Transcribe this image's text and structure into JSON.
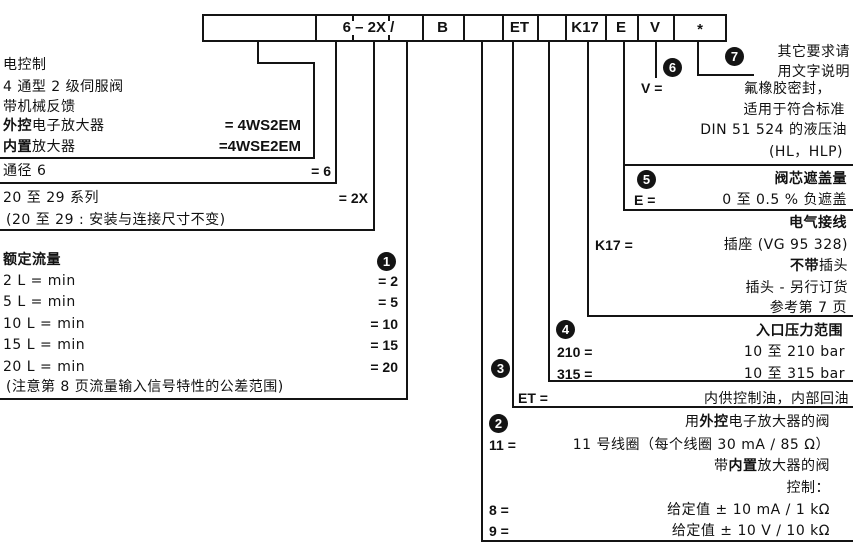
{
  "code_box": {
    "cells": [
      {
        "label": ""
      },
      {
        "label": "6 – 2X /"
      },
      {
        "label": "B"
      },
      {
        "label": ""
      },
      {
        "label": "ET"
      },
      {
        "label": ""
      },
      {
        "label": "K17"
      },
      {
        "label": "E"
      },
      {
        "label": "V"
      },
      {
        "label": "*"
      }
    ]
  },
  "valve_type": {
    "line1": "电控制",
    "line2": "4 通型 2 级伺服阀",
    "line3": "带机械反馈",
    "external_em": "外控",
    "external_rest": "电子放大器",
    "external_value": "= 4WS2EM",
    "internal_em": "内置",
    "internal_rest": "放大器",
    "internal_value": "=4WSE2EM"
  },
  "size": {
    "label": "通径 6",
    "value": "= 6"
  },
  "series": {
    "label": "20 至 29 系列",
    "value": "= 2X",
    "note": "(20 至 29 : 安装与连接尺寸不变)"
  },
  "flow": {
    "badge": "1",
    "title": "额定流量",
    "rows": [
      {
        "label": "2 L = min",
        "value": "= 2"
      },
      {
        "label": "5 L = min",
        "value": "= 5"
      },
      {
        "label": "10 L = min",
        "value": "= 10"
      },
      {
        "label": "15 L = min",
        "value": "= 15"
      },
      {
        "label": "20 L = min",
        "value": "= 20"
      }
    ],
    "note": "(注意第 8 页流量输入信号特性的公差范围)"
  },
  "amplifier": {
    "badge": "2",
    "row1_prefix": "用",
    "row1_em": "外控",
    "row1_rest": "电子放大器的阀",
    "row2_code": "11 =",
    "row2_desc": "11 号线圈（每个线圈 30 mA / 85 Ω）",
    "row3_prefix": "带",
    "row3_em": "内置",
    "row3_rest": "放大器的阀",
    "row4": "控制：",
    "row5_code": "8 =",
    "row5_desc": "给定值 ± 10 mA / 1 kΩ",
    "row6_code": "9 =",
    "row6_desc": "给定值 ± 10 V / 10 kΩ"
  },
  "pilot_oil": {
    "badge": "3",
    "code": "ET =",
    "desc": "内供控制油，内部回油"
  },
  "pressure": {
    "badge": "4",
    "title": "入口压力范围",
    "rows": [
      {
        "code": "210 =",
        "desc": "10 至 210 bar"
      },
      {
        "code": "315 =",
        "desc": "10 至 315 bar"
      }
    ]
  },
  "electrical": {
    "title": "电气接线",
    "code": "K17 =",
    "desc": "插座 (VG 95 328)",
    "line2_em": "不带",
    "line2_rest": "插头",
    "line3": "插头 - 另行订货",
    "line4": "参考第 7 页"
  },
  "overlap": {
    "badge": "5",
    "title": "阀芯遮盖量",
    "code": "E =",
    "desc": "0 至 0.5 % 负遮盖"
  },
  "seals": {
    "badge": "6",
    "code": "V =",
    "line1": "氟橡胶密封，",
    "line2": "适用于符合标准",
    "line3": "DIN 51 524 的液压油",
    "line4": "(HL，HLP)"
  },
  "other": {
    "badge": "7",
    "line1": "其它要求请",
    "line2": "用文字说明"
  }
}
